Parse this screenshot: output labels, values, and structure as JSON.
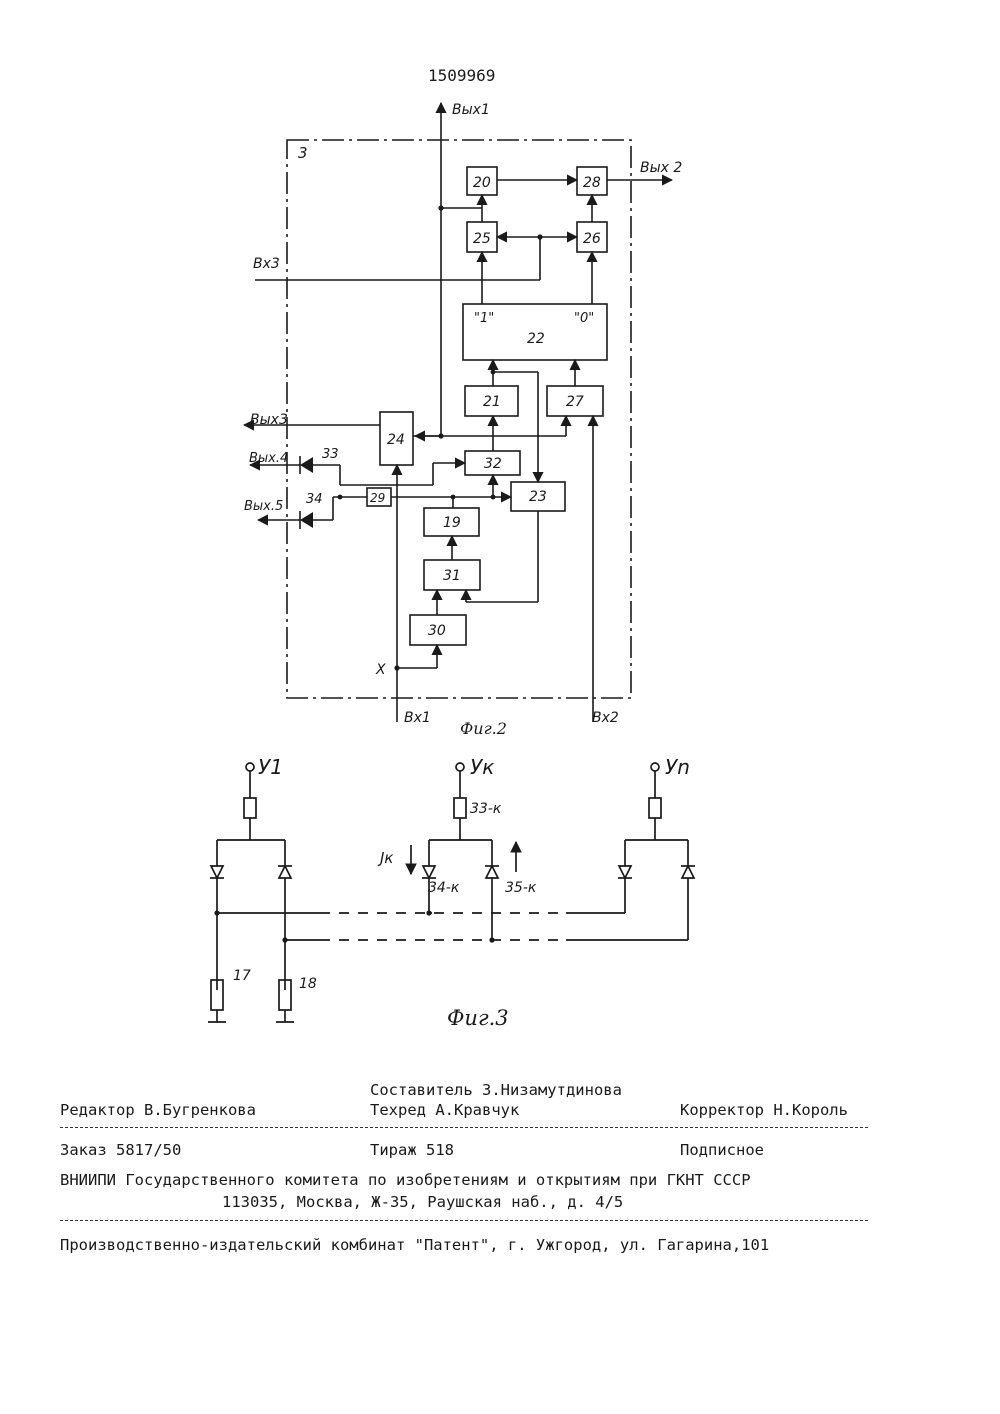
{
  "header": {
    "patent_number": "1509969"
  },
  "fig2": {
    "caption": "Фиг.2",
    "block_label": "3",
    "terminals": {
      "out1": "Вых1",
      "out2": "Вых 2",
      "out3": "Вых3",
      "out4": "Вых.4",
      "out5": "Вых.5",
      "in1": "Вх1",
      "in2": "Вх2",
      "in3": "Вх3",
      "node_x": "X"
    },
    "blocks": [
      "20",
      "28",
      "25",
      "26",
      "22",
      "21",
      "27",
      "24",
      "32",
      "23",
      "29",
      "19",
      "31",
      "30"
    ],
    "port_one": "\"1\"",
    "port_zero": "\"0\"",
    "diodes": [
      "33",
      "34"
    ]
  },
  "fig3": {
    "caption": "Фиг.3",
    "terminals": [
      "У1",
      "Ук",
      "Уn"
    ],
    "labels": {
      "resistor_k": "33-к",
      "diode_a": "34-к",
      "diode_b": "35-к",
      "current": "Jк",
      "r17": "17",
      "r18": "18"
    }
  },
  "imprint": {
    "composer": "Составитель З.Низамутдинова",
    "editor": "Редактор В.Бугренкова",
    "techred": "Техред А.Кравчук",
    "corrector": "Корректор Н.Король",
    "order": "Заказ 5817/50",
    "print_run": "Тираж 518",
    "subscription": "Подписное",
    "org_line1": "ВНИИПИ Государственного комитета по изобретениям и открытиям при ГКНТ СССР",
    "org_line2": "113035, Москва, Ж-35, Раушская наб., д. 4/5",
    "printer": "Производственно-издательский комбинат \"Патент\", г. Ужгород, ул. Гагарина,101"
  }
}
